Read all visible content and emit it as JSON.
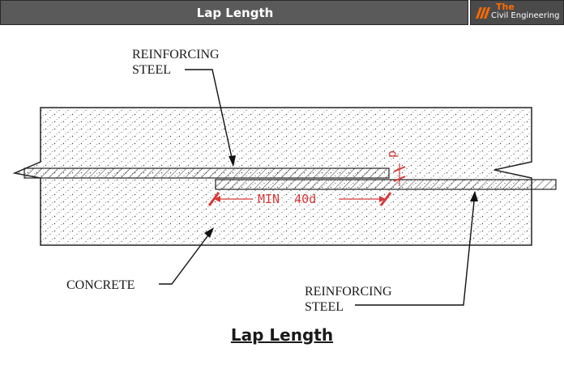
{
  "header": {
    "title": "Lap Length",
    "logo_the": "The",
    "logo_name": "Civil Engineering"
  },
  "labels": {
    "rebar_top_line1": "REINFORCING",
    "rebar_top_line2": "STEEL",
    "rebar_bottom_line1": "REINFORCING",
    "rebar_bottom_line2": "STEEL",
    "concrete": "CONCRETE",
    "min_length": "MIN  40d",
    "bar_diameter": "d"
  },
  "caption": "Lap Length",
  "colors": {
    "header_bg": "#5a5a5a",
    "logo_accent": "#ff6a00",
    "annotation_red": "#d63a3a"
  }
}
